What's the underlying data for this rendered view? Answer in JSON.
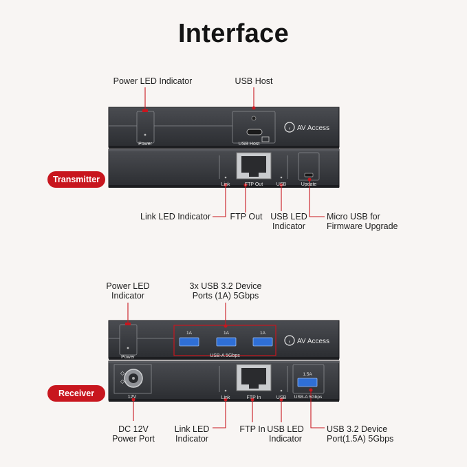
{
  "title": "Interface",
  "brand": "AV Access",
  "transmitter": {
    "badge": "Transmitter",
    "front": {
      "power_panel": "Power",
      "usb_host_panel": "USB Host"
    },
    "back": {
      "link": "Link",
      "ftp": "FTP Out",
      "usb": "USB",
      "update": "Update"
    },
    "callouts": {
      "power_led": "Power LED Indicator",
      "usb_host": "USB Host",
      "link_led": "Link LED Indicator",
      "ftp_out": "FTP Out",
      "usb_led_1": "USB LED",
      "usb_led_2": "Indicator",
      "micro_usb_1": "Micro USB for",
      "micro_usb_2": "Firmware Upgrade"
    }
  },
  "receiver": {
    "badge": "Receiver",
    "front": {
      "power_panel": "Power",
      "port_1": "1A",
      "port_2": "1A",
      "port_3": "1A",
      "usb_group": "USB-A 5Gbps"
    },
    "back": {
      "dc": "12V",
      "link": "Link",
      "ftp": "FTP In",
      "usb": "USB",
      "port_label": "1.5A",
      "usb_a": "USB-A 5Gbps"
    },
    "callouts": {
      "power_led_1": "Power LED",
      "power_led_2": "Indicator",
      "usb_ports_1": "3x USB 3.2 Device",
      "usb_ports_2": "Ports (1A) 5Gbps",
      "dc_1": "DC 12V",
      "dc_2": "Power Port",
      "link_led_1": "Link LED",
      "link_led_2": "Indicator",
      "ftp_in": "FTP In",
      "usb_led_1": "USB LED",
      "usb_led_2": "Indicator",
      "usb_port_1": "USB 3.2 Device",
      "usb_port_2": "Port(1.5A) 5Gbps"
    }
  },
  "colors": {
    "accent": "#c8161e",
    "device": "#3a3c40",
    "usb_blue": "#2f6fd6"
  }
}
